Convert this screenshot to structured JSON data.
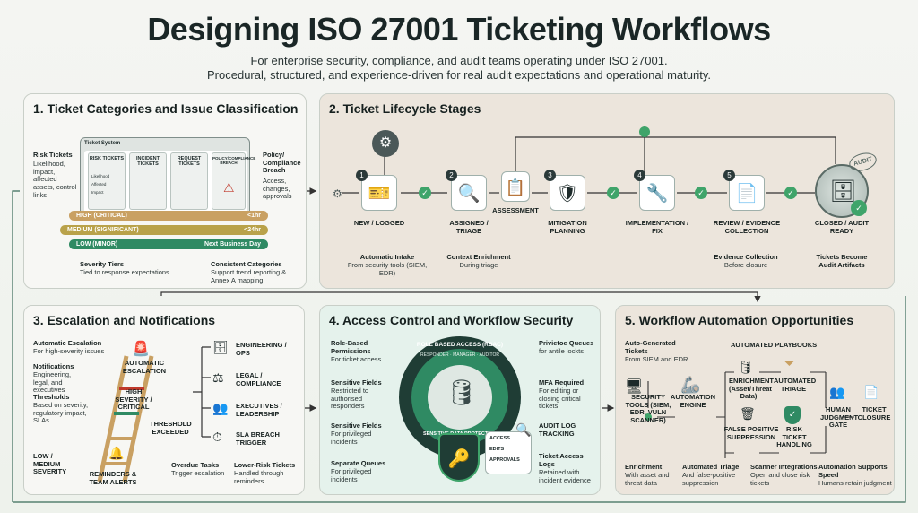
{
  "header": {
    "title": "Designing ISO 27001 Ticketing Workflows",
    "subtitle1": "For enterprise security, compliance, and audit teams operating under ISO 27001.",
    "subtitle2": "Procedural, structured, and experience-driven for real audit expectations and operational maturity."
  },
  "p1": {
    "title": "1. Ticket Categories and Issue Classification",
    "risk_title": "Risk Tickets",
    "risk_desc": "Likelihood, impact, affected assets, control links",
    "ts_title": "Ticket System",
    "cols": [
      "RISK TICKETS",
      "INCIDENT TICKETS",
      "REQUEST TICKETS",
      "POLICY/COMPLIANCE BREACH"
    ],
    "mini": [
      "Likelihood",
      "Affected",
      "Impact"
    ],
    "policy_title": "Policy/ Compliance Breach",
    "policy_desc": "Access, changes, approvals",
    "bars": [
      {
        "label": "HIGH (CRITICAL)",
        "sla": "<1hr"
      },
      {
        "label": "MEDIUM (SIGNIFICANT)",
        "sla": "<24hr"
      },
      {
        "label": "LOW (MINOR)",
        "sla": "Next Business Day"
      }
    ],
    "sev_title": "Severity Tiers",
    "sev_desc": "Tied to response expectations",
    "cons_title": "Consistent Categories",
    "cons_desc": "Support trend reporting & Annex A mapping"
  },
  "p2": {
    "title": "2. Ticket Lifecycle Stages",
    "stages": [
      {
        "n": "1",
        "label": "NEW / LOGGED"
      },
      {
        "n": "2",
        "label": "ASSIGNED / TRIAGE"
      },
      {
        "n": "",
        "label": "ASSESSMENT"
      },
      {
        "n": "3",
        "label": "MITIGATION PLANNING"
      },
      {
        "n": "4",
        "label": "IMPLEMENTATION / FIX"
      },
      {
        "n": "5",
        "label": "REVIEW / EVIDENCE COLLECTION"
      },
      {
        "n": "",
        "label": "CLOSED / AUDIT READY"
      }
    ],
    "audit_stamp": "AUDIT",
    "notes": [
      {
        "t": "Automatic Intake",
        "d": "From security tools (SIEM, EDR)"
      },
      {
        "t": "Context Enrichment",
        "d": "During triage"
      },
      {
        "t": "Evidence Collection",
        "d": "Before closure"
      },
      {
        "t": "Tickets Become",
        "d": "Audit Artifacts"
      }
    ]
  },
  "p3": {
    "title": "3. Escalation and Notifications",
    "left": [
      {
        "t": "Automatic Escalation",
        "d": "For high-severity issues"
      },
      {
        "t": "Notifications",
        "d": "Engineering, legal, and executives"
      },
      {
        "t": "Thresholds",
        "d": "Based on severity, regulatory impact, SLAs"
      },
      {
        "t": "LOW / MEDIUM SEVERITY",
        "d": ""
      }
    ],
    "ladder": [
      "AUTOMATIC ESCALATION",
      "HIGH SEVERITY / CRITICAL",
      "THRESHOLD EXCEEDED"
    ],
    "teams": [
      "ENGINEERING / OPS",
      "LEGAL / COMPLIANCE",
      "EXECUTIVES / LEADERSHIP",
      "SLA BREACH TRIGGER"
    ],
    "reminders": "REMINDERS & TEAM ALERTS",
    "overdue_t": "Overdue Tasks",
    "overdue_d": "Trigger escalation",
    "lower_t": "Lower-Risk Tickets",
    "lower_d": "Handled through reminders"
  },
  "p4": {
    "title": "4. Access Control and Workflow Security",
    "left": [
      {
        "t": "Role-Based Permissions",
        "d": "For ticket access"
      },
      {
        "t": "Sensitive Fields",
        "d": "Restricted to authorised responders"
      },
      {
        "t": "Sensitive Fields",
        "d": "For privileged incidents"
      },
      {
        "t": "Separate Queues",
        "d": "For privileged incidents"
      }
    ],
    "right": [
      {
        "t": "Privietoe Queues",
        "d": "for antile lockts"
      },
      {
        "t": "MFA Required",
        "d": "For editing or closing critical tickets"
      },
      {
        "t": "AUDIT LOG TRACKING",
        "d": ""
      },
      {
        "t": "Ticket Access Logs",
        "d": "Retained with incident evidence"
      }
    ],
    "ring_outer": "ROLE BASED ACCESS (RBAC)",
    "ring_roles": "RESPONDER · MANAGER · AUDITOR",
    "ring_inner": "SENSITIVE DATA PROTECTION",
    "log_items": [
      "ACCESS",
      "EDITS",
      "APPROVALS"
    ]
  },
  "p5": {
    "title": "5. Workflow Automation Opportunities",
    "auto_t": "Auto-Generated Tickets",
    "auto_d": "From SIEM and EDR",
    "playbooks": "AUTOMATED PLAYBOOKS",
    "tools": "SECURITY TOOLS (SIEM, EDR, VULN SCANNER)",
    "engine": "AUTOMATION ENGINE",
    "enrich": "ENRICHMENT (Asset/Threat Data)",
    "triage": "AUTOMATED TRIAGE",
    "fps": "FALSE POSITIVE SUPPRESSION",
    "rth": "RISK TICKET HANDLING",
    "hjg": "HUMAN JUDGMENT GATE",
    "closure": "TICKET CLOSURE",
    "bottom": [
      {
        "t": "Enrichment",
        "d": "With asset and threat data"
      },
      {
        "t": "Automated Triage",
        "d": "And false-positive suppression"
      },
      {
        "t": "Scanner Integrations",
        "d": "Open and close risk tickets"
      },
      {
        "t": "Automation Supports Speed",
        "d": "Humans retain judgment"
      }
    ]
  },
  "colors": {
    "high": "#c9a062",
    "medium": "#b9a24a",
    "low": "#2f8a63",
    "accent": "#3fa46a",
    "p1": "#f7f7f4",
    "p2": "#ece5dc",
    "p3": "#f7f7f4",
    "p4": "#e5f2ec",
    "p5": "#ece5dc"
  }
}
